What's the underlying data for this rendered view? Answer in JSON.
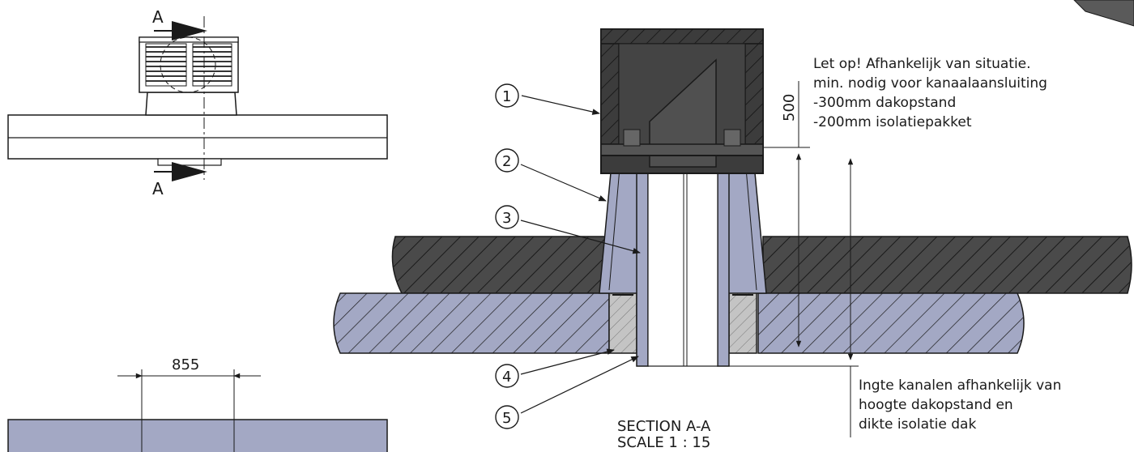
{
  "top_view": {
    "section_marker_top": "A",
    "section_marker_bottom": "A"
  },
  "plan_view": {
    "dimension": "855"
  },
  "section": {
    "callouts": [
      "1",
      "2",
      "3",
      "4",
      "5"
    ],
    "dimension_500": "500",
    "title": "SECTION A-A",
    "scale": "SCALE 1 : 15"
  },
  "notes": {
    "top": [
      "Let op! Afhankelijk van situatie.",
      "min. nodig voor kanaalaansluiting",
      "-300mm dakopstand",
      "-200mm isolatiepakket"
    ],
    "bottom": [
      "Ingte kanalen afhankelijk van",
      "hoogte dakopstand en",
      "dikte isolatie dak"
    ]
  },
  "colors": {
    "line": "#1a1a1a",
    "material": "#a3a8c4",
    "insulation": "#c4c4c4",
    "dark": "#4a4a4a",
    "cap": "#3c3c3c"
  }
}
